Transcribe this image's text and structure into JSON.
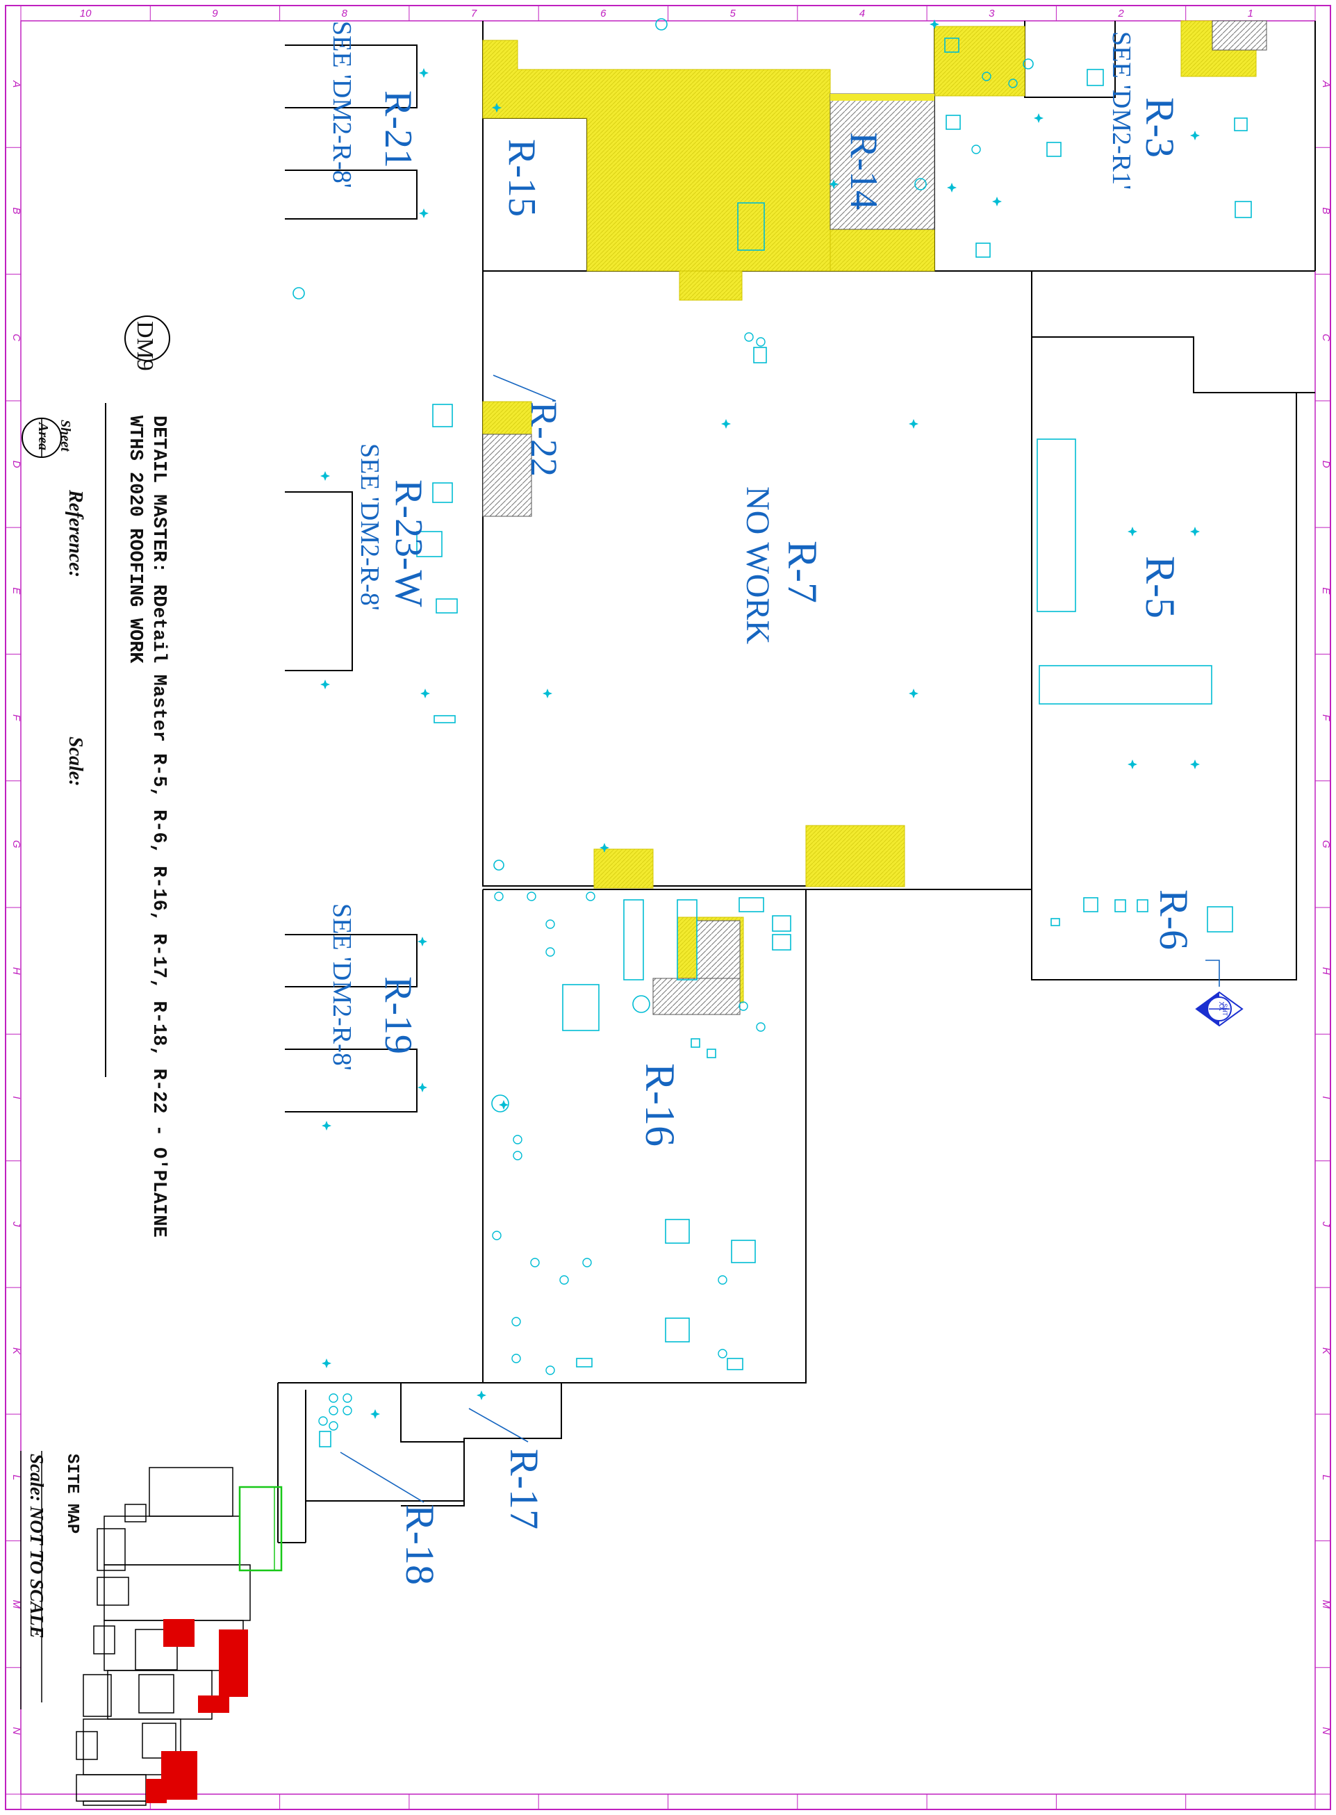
{
  "regions": {
    "r3": "R-3",
    "r3_ref": "SEE 'DM2-R1'",
    "r5": "R-5",
    "r6": "R-6",
    "r7": "R-7",
    "r7_note": "NO WORK",
    "r14": "R-14",
    "r15": "R-15",
    "r16": "R-16",
    "r17": "R-17",
    "r18": "R-18",
    "r19": "R-19",
    "r19_ref": "SEE 'DM2-R-8'",
    "r21": "R-21",
    "r21_ref": "SEE 'DM2-R-8'",
    "r22": "R-22",
    "r23": "R-23-W",
    "r23_ref": "SEE 'DM2-R-8'"
  },
  "title_block": {
    "sheet_id": "DM9",
    "title_line1": "DETAIL MASTER: RDetail Master R-5, R-6, R-16, R-17, R-18, R-22 - O'PLAINE",
    "title_line2": "WTHS 2020 ROOFING WORK",
    "reference_label": "Reference:",
    "scale_label": "Scale:",
    "sheet_word": "Sheet",
    "area_word": "Area"
  },
  "site_map": {
    "title": "SITE MAP",
    "scale": "Scale: NOT TO SCALE"
  },
  "section_marker": {
    "top": "XX",
    "bottom": "SHT"
  },
  "grid": {
    "columns": [
      "10",
      "9",
      "8",
      "7",
      "6",
      "5",
      "4",
      "3",
      "2",
      "1"
    ],
    "rows": [
      "A",
      "B",
      "C",
      "D",
      "E",
      "F",
      "G",
      "H",
      "I",
      "J",
      "K",
      "L",
      "M",
      "N"
    ]
  },
  "colors": {
    "roof_label": "#1565c0",
    "equipment": "#00bcd4",
    "work_area": "#f2ea2e",
    "existing_hatch": "#8a8a8a",
    "grid_border": "#c020c0",
    "site_highlight": "#e00000",
    "site_outline": "#18c818"
  }
}
